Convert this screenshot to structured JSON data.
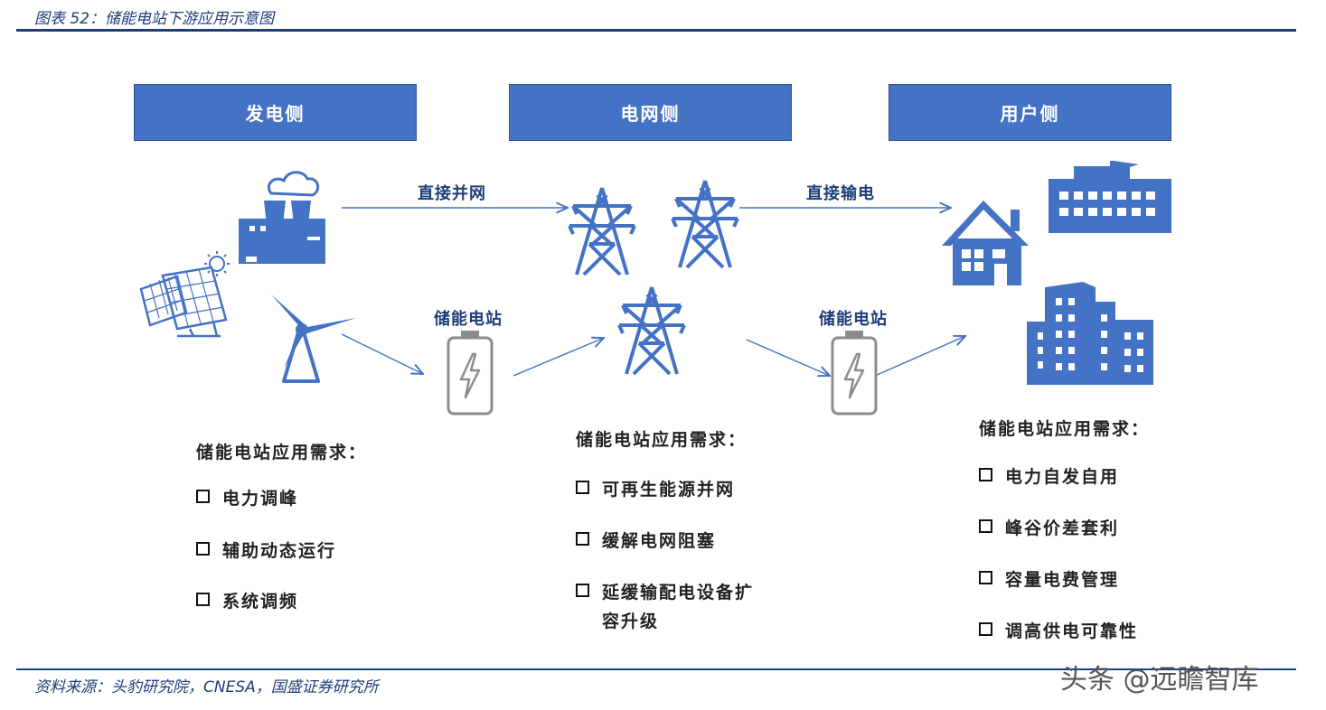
{
  "figure_title": "图表 52：储能电站下游应用示意图",
  "columns": {
    "generation": "发电侧",
    "grid": "电网侧",
    "user": "用户侧"
  },
  "flow_labels": {
    "direct_grid": "直接并网",
    "direct_transmission": "直接输电",
    "storage_left": "储能电站",
    "storage_right": "储能电站"
  },
  "needs": {
    "generation": {
      "title": "储能电站应用需求：",
      "items": [
        "电力调峰",
        "辅助动态运行",
        "系统调频"
      ]
    },
    "grid": {
      "title": "储能电站应用需求：",
      "items": [
        "可再生能源并网",
        "缓解电网阻塞",
        "延缓输配电设备扩容升级"
      ]
    },
    "user": {
      "title": "储能电站应用需求：",
      "items": [
        "电力自发自用",
        "峰谷价差套利",
        "容量电费管理",
        "调高供电可靠性"
      ]
    }
  },
  "source": "资料来源：头豹研究院，CNESA，国盛证券研究所",
  "watermark": "头条 @远瞻智库",
  "colors": {
    "accent": "#4472c4",
    "rule": "#1f3d7a",
    "battery": "#8c8c8c"
  },
  "icons": [
    "power-plant-icon",
    "solar-panel-icon",
    "sun-icon",
    "wind-turbine-icon",
    "battery-icon",
    "transmission-tower-icon",
    "house-icon",
    "factory-icon",
    "office-building-icon"
  ]
}
